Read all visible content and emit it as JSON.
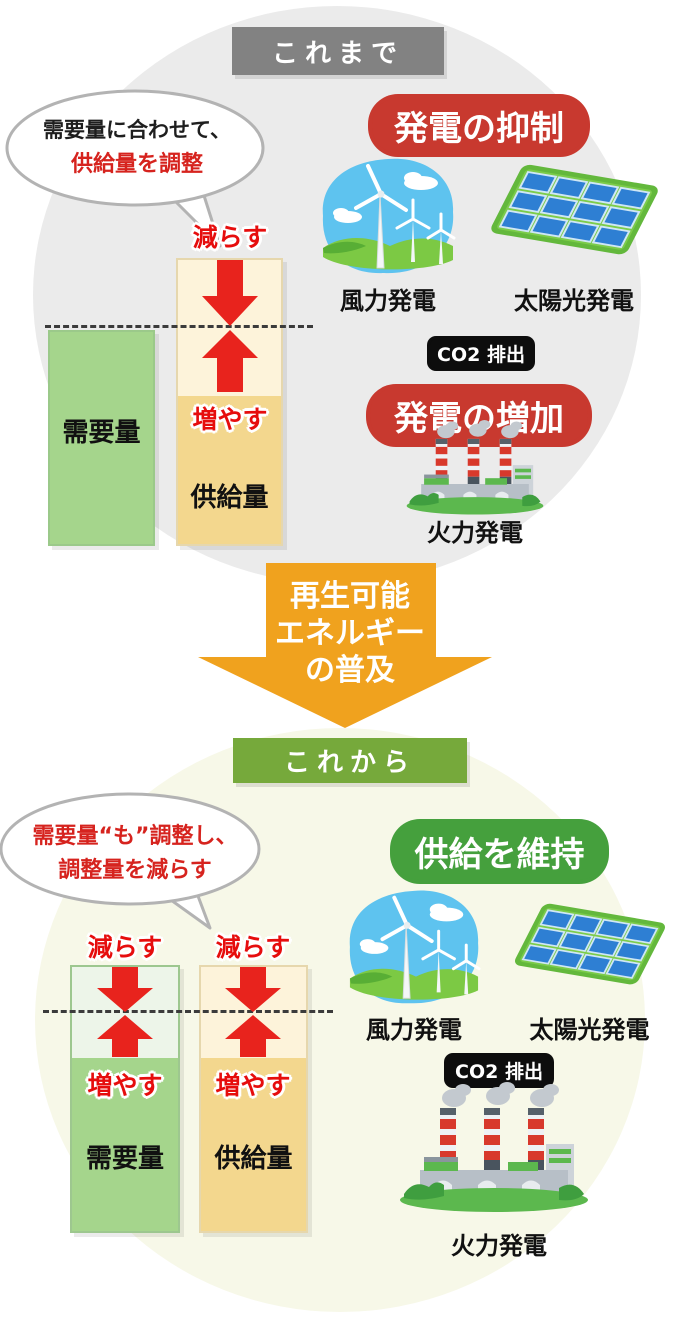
{
  "top": {
    "banner": "これまで",
    "bubble_line1": "需要量に合わせて、",
    "bubble_line2": "供給量を調整",
    "badge_curtail": "発電の抑制",
    "wind_label": "風力発電",
    "solar_label": "太陽光発電",
    "co2_badge": "CO2 排出",
    "badge_increase": "発電の増加",
    "thermal_label": "火力発電",
    "chart": {
      "decrease_label": "減らす",
      "increase_label": "増やす",
      "demand_label": "需要量",
      "supply_label": "供給量"
    }
  },
  "transition": {
    "line1": "再生可能",
    "line2": "エネルギー",
    "line3": "の普及"
  },
  "bottom": {
    "banner": "これから",
    "bubble_line1": "需要量“も”調整し、",
    "bubble_line2": "調整量を減らす",
    "badge_maintain": "供給を維持",
    "wind_label": "風力発電",
    "solar_label": "太陽光発電",
    "co2_badge": "CO2 排出",
    "thermal_label": "火力発電",
    "chart": {
      "demand": {
        "decrease_label": "減らす",
        "increase_label": "増やす",
        "label": "需要量"
      },
      "supply": {
        "decrease_label": "減らす",
        "increase_label": "増やす",
        "label": "供給量"
      }
    }
  },
  "colors": {
    "top_circle_bg": "#ebebeb",
    "bottom_circle_bg": "#f7f8e8",
    "gray_banner": "#828282",
    "green_banner": "#76a93b",
    "red_title_bg": "#c8392f",
    "green_title_bg": "#45a03d",
    "orange_arrow": "#f0a21e",
    "demand_bar_green": "#a5d58c",
    "supply_bar_beige": "#f3d78e",
    "adjust_zone_beige": "#fdf3da",
    "adjust_zone_green": "#edf5e9",
    "arrow_red": "#e8231d",
    "accent_text_red": "#d6231e",
    "co2_badge_bg": "#0d0d0d"
  }
}
